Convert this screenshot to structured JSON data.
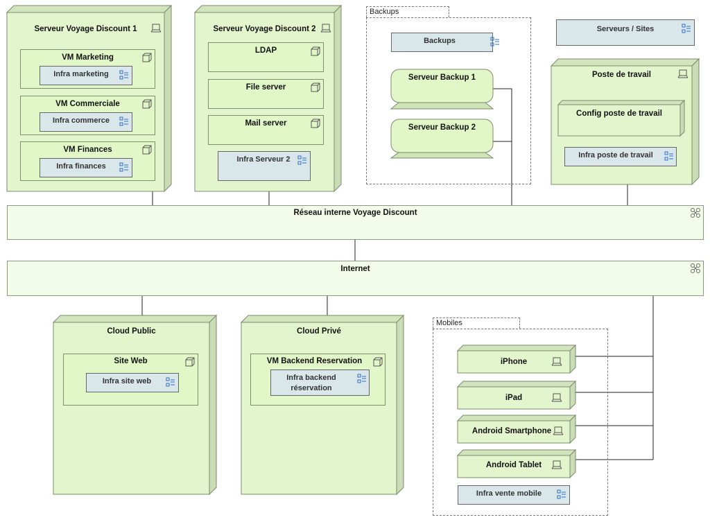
{
  "diagram": {
    "nodes": {
      "srv1": "Serveur Voyage Discount 1",
      "srv2": "Serveur Voyage Discount 2",
      "serveurs_sites": "Serveurs / Sites",
      "poste": "Poste de travail",
      "cloud_public": "Cloud Public",
      "cloud_prive": "Cloud Privé"
    },
    "vms": {
      "marketing": "VM Marketing",
      "commerciale": "VM Commerciale",
      "finances": "VM Finances",
      "ldap": "LDAP",
      "file_server": "File server",
      "mail_server": "Mail server",
      "config_poste": "Config poste de travail",
      "site_web": "Site Web",
      "vm_backend": "VM Backend Reservation"
    },
    "artifacts": {
      "infra_marketing": "Infra marketing",
      "infra_commerce": "Infra commerce",
      "infra_finances": "Infra finances",
      "infra_serveur2": "Infra Serveur 2",
      "backups": "Backups",
      "infra_poste": "Infra poste de travail",
      "infra_site_web": "Infra site web",
      "infra_backend_1": "Infra backend",
      "infra_backend_2": "réservation",
      "infra_vente_mobile": "Infra vente mobile"
    },
    "groups": {
      "backups": "Backups",
      "mobiles": "Mobiles"
    },
    "devices": {
      "backup1": "Serveur Backup 1",
      "backup2": "Serveur Backup 2",
      "iphone": "iPhone",
      "ipad": "iPad",
      "android_phone": "Android Smartphone",
      "android_tablet": "Android Tablet"
    },
    "networks": {
      "reseau_interne": "Réseau interne Voyage Discount",
      "internet": "Internet"
    },
    "colors": {
      "node_fill": "#e3f5cd",
      "node_side": "#c9dcb6",
      "vm_fill": "#e2f7c8",
      "artifact_fill": "#d9e6ea",
      "network_fill": "#f3fbe9",
      "artifact_icon": "#2a6fc9"
    }
  }
}
